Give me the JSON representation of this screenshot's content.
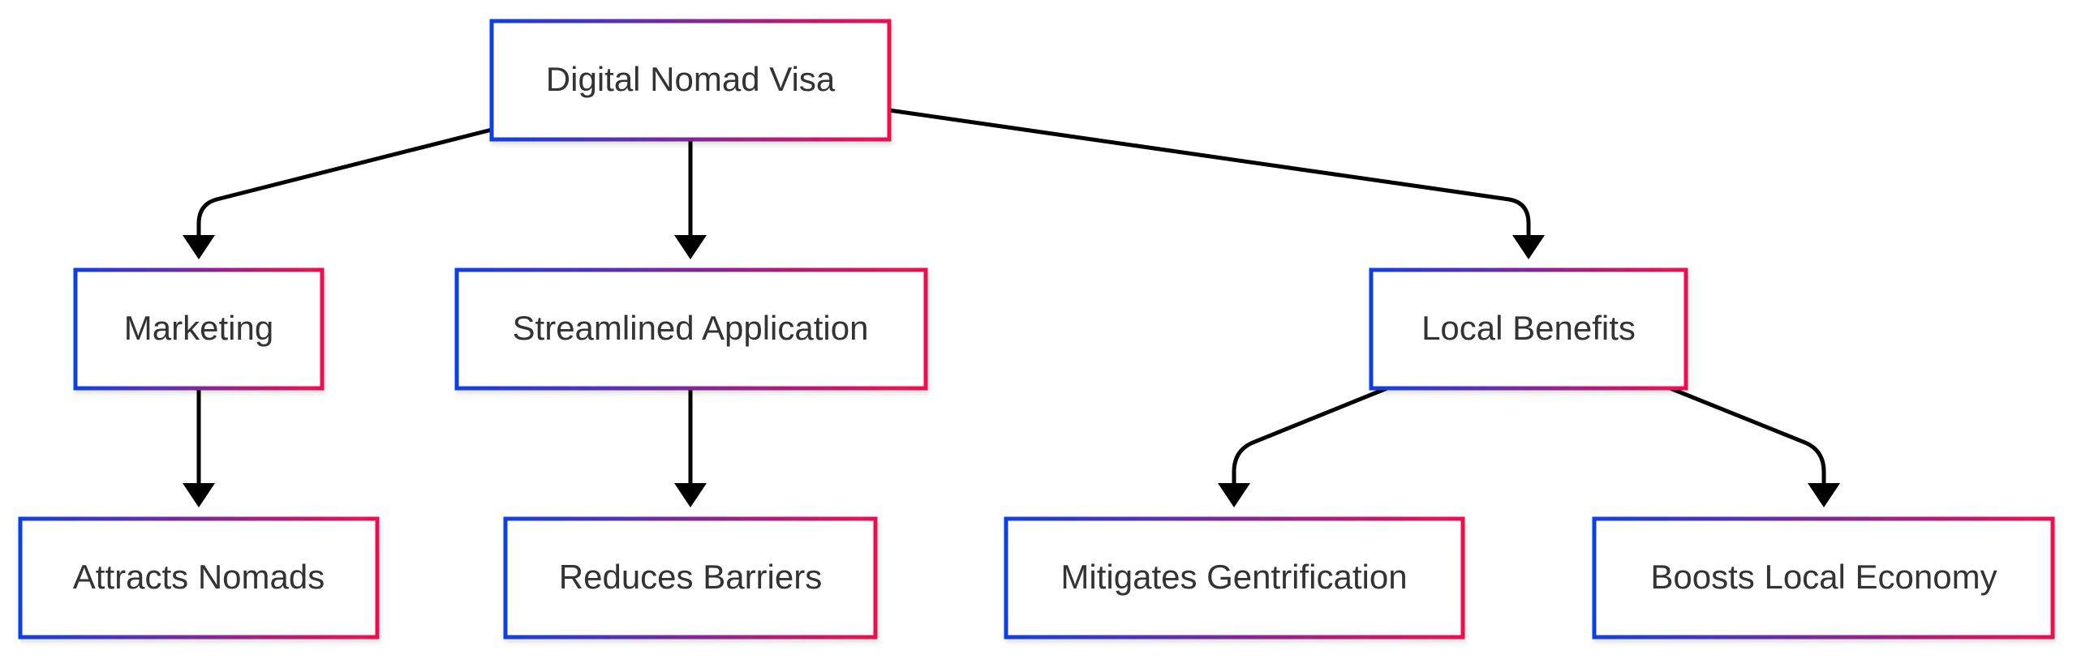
{
  "diagram": {
    "colors": {
      "border_start": "#1040e0",
      "border_end": "#ee1050",
      "edge": "#000000",
      "text": "#333333",
      "node_fill": "#ffffff"
    },
    "nodes": {
      "digital_nomad_visa": "Digital Nomad Visa",
      "marketing": "Marketing",
      "streamlined_application": "Streamlined Application",
      "local_benefits": "Local Benefits",
      "attracts_nomads": "Attracts Nomads",
      "reduces_barriers": "Reduces Barriers",
      "mitigates_gentrification": "Mitigates Gentrification",
      "boosts_local_economy": "Boosts Local Economy"
    },
    "edges": [
      {
        "from": "digital_nomad_visa",
        "to": "marketing"
      },
      {
        "from": "digital_nomad_visa",
        "to": "streamlined_application"
      },
      {
        "from": "digital_nomad_visa",
        "to": "local_benefits"
      },
      {
        "from": "marketing",
        "to": "attracts_nomads"
      },
      {
        "from": "streamlined_application",
        "to": "reduces_barriers"
      },
      {
        "from": "local_benefits",
        "to": "mitigates_gentrification"
      },
      {
        "from": "local_benefits",
        "to": "boosts_local_economy"
      }
    ]
  }
}
